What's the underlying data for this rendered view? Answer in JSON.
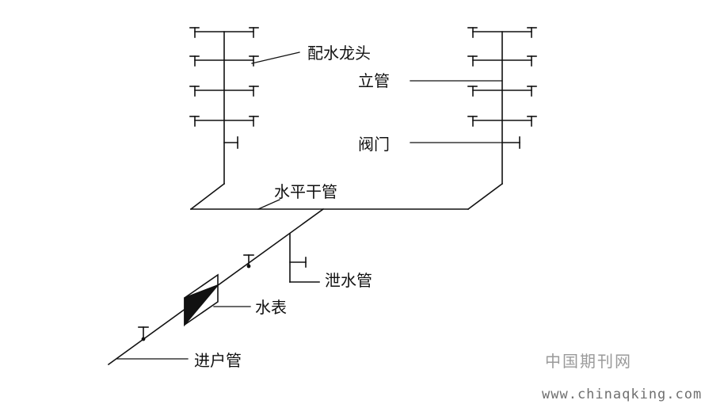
{
  "labels": {
    "faucet": "配水龙头",
    "riser": "立管",
    "valve": "阀门",
    "horizontal_main": "水平干管",
    "drain_pipe": "泄水管",
    "water_meter": "水表",
    "service_pipe": "进户管"
  },
  "watermark": {
    "site_name": "中国期刊网",
    "url": "www.chinaqking.com"
  }
}
